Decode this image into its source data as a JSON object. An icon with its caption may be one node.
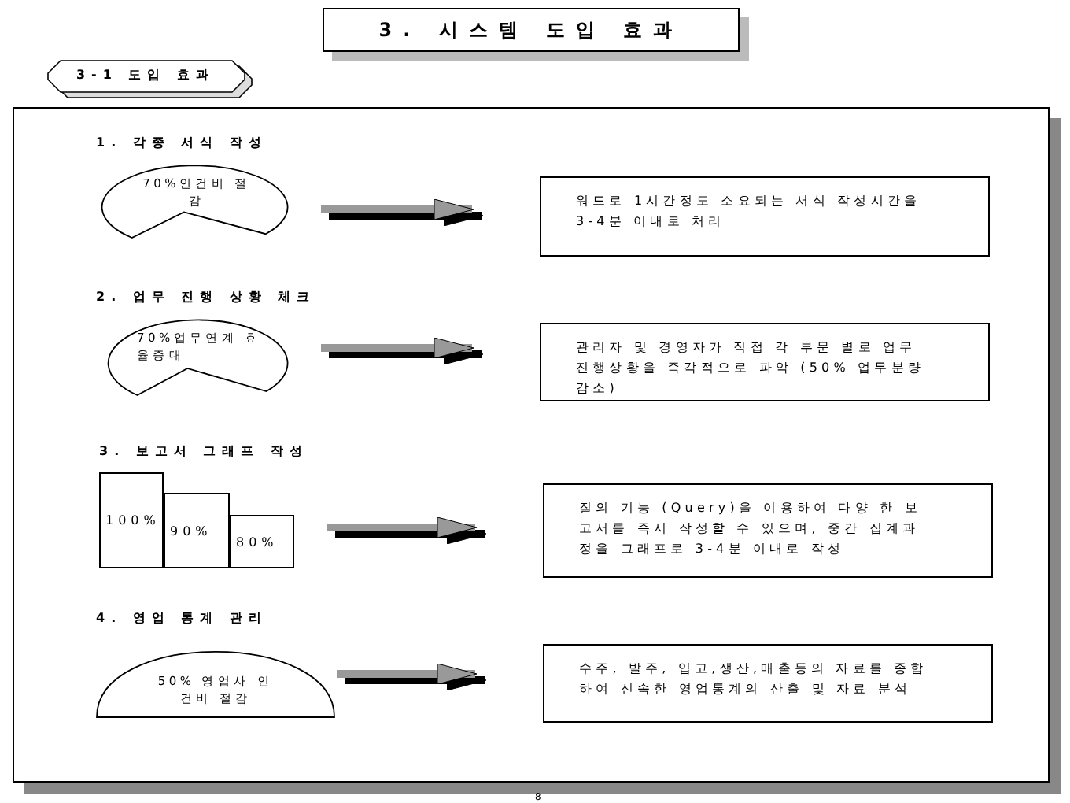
{
  "diagram": {
    "title": "3. 시스템 도입 효과",
    "nodes": [
      {
        "text": [
          "3-1 도입 효과"
        ]
      },
      {
        "text": [],
        "shape": "box"
      },
      {
        "text": [
          "70%인건비 절감"
        ],
        "in": 1
      },
      {
        "text": [
          "워드로 1시간정도 소요되는 서식 작성시간을 3-4분 이내로 처리"
        ],
        "in": 1
      },
      {
        "text": [
          "70%업무연계 효율증대"
        ],
        "in": 1
      },
      {
        "text": [
          "관리자 및 경영자가 직접 각 부문 별로 업무진행상황을 즉각적으로 파악 (50% 업무분량감소)"
        ],
        "in": 1
      },
      {
        "text": [
          "100%"
        ],
        "in": 1
      },
      {
        "text": [
          "90%"
        ],
        "in": 1
      },
      {
        "text": [
          "80%"
        ],
        "in": 1
      },
      {
        "text": [
          "질의 기능 (Query)을 이용하여 다양 한 보고서를 즉시 작성할 수 있으며, 중간 집계과정을 그래프로 3-4분 이내로 작성"
        ],
        "in": 1
      },
      {
        "text": [
          "50% 영업사 인건비 절감"
        ],
        "in": 1
      },
      {
        "text": [
          "수주, 발주, 입고,생산,매출등의 자료를 종합하여 신속한 영업통계의 산출 및 자료 분석"
        ],
        "in": 1
      }
    ],
    "edges": [
      {
        "from": 2,
        "to": 3,
        "arrow": "to"
      },
      {
        "from": 4,
        "to": 5,
        "arrow": "to"
      },
      {
        "from": 8,
        "to": 9,
        "arrow": "to"
      },
      {
        "from": 10,
        "to": 11,
        "arrow": "to"
      }
    ],
    "labels": [
      "1. 각종 서식 작성",
      "2. 업무 진행 상황 체크",
      "3. 보고서 그래프 작성",
      "4. 영업 통계 관리",
      "8"
    ]
  }
}
